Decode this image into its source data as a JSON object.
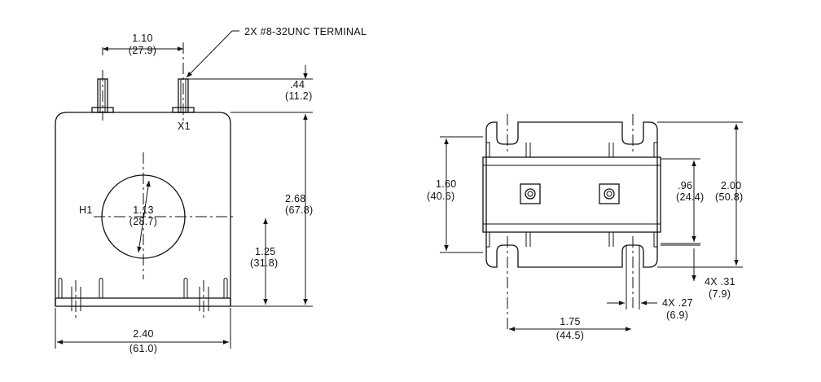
{
  "colors": {
    "line": "#111111",
    "background": "#ffffff"
  },
  "callouts": {
    "terminal": "2X #8-32UNC TERMINAL",
    "x1": "X1",
    "h1": "H1"
  },
  "front_view": {
    "terminal_spacing": {
      "in": "1.10",
      "mm": "(27.9)"
    },
    "terminal_height": {
      "in": ".44",
      "mm": "(11.2)"
    },
    "overall_height": {
      "in": "2.68",
      "mm": "(67.8)"
    },
    "window_diameter": {
      "in": "1.13",
      "mm": "(28.7)"
    },
    "window_center_height": {
      "in": "1.25",
      "mm": "(31.8)"
    },
    "overall_width": {
      "in": "2.40",
      "mm": "(61.0)"
    }
  },
  "top_view": {
    "body_depth": {
      "in": "1.60",
      "mm": "(40.6)"
    },
    "bracket_inner": {
      "in": ".96",
      "mm": "(24.4)"
    },
    "overall_depth": {
      "in": "2.00",
      "mm": "(50.8)"
    },
    "slot_length": {
      "in": "4X .31",
      "mm": "(7.9)"
    },
    "slot_width": {
      "in": "4X .27",
      "mm": "(6.9)"
    },
    "hole_spacing": {
      "in": "1.75",
      "mm": "(44.5)"
    }
  }
}
